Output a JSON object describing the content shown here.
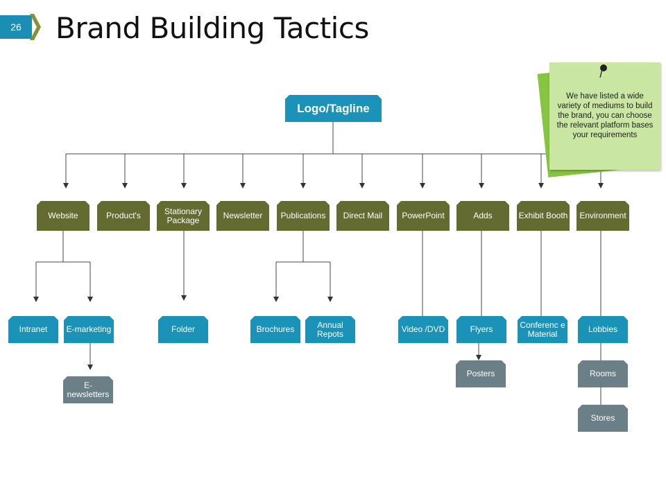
{
  "slide": {
    "number": "26",
    "title": "Brand Building Tactics"
  },
  "root": "Logo/Tagline",
  "categories": [
    "Website",
    "Product's",
    "Stationary Package",
    "Newsletter",
    "Publications",
    "Direct Mail",
    "PowerPoint",
    "Adds",
    "Exhibit Booth",
    "Environment"
  ],
  "children": {
    "intranet": "Intranet",
    "emarketing": "E-marketing",
    "enewsletters": "E-newsletters",
    "folder": "Folder",
    "brochures": "Brochures",
    "annual": "Annual Repots",
    "video": "Video /DVD",
    "flyers": "Flyers",
    "posters": "Posters",
    "conference": "Conferenc e Material",
    "lobbies": "Lobbies",
    "rooms": "Rooms",
    "stores": "Stores"
  },
  "note": "We have listed a wide variety of mediums to build the brand, you can choose the relevant platform bases your requirements",
  "colors": {
    "olive": "#636b30",
    "teal": "#1b93b8",
    "grey": "#6b7f87",
    "note": "#c9e6a3"
  }
}
